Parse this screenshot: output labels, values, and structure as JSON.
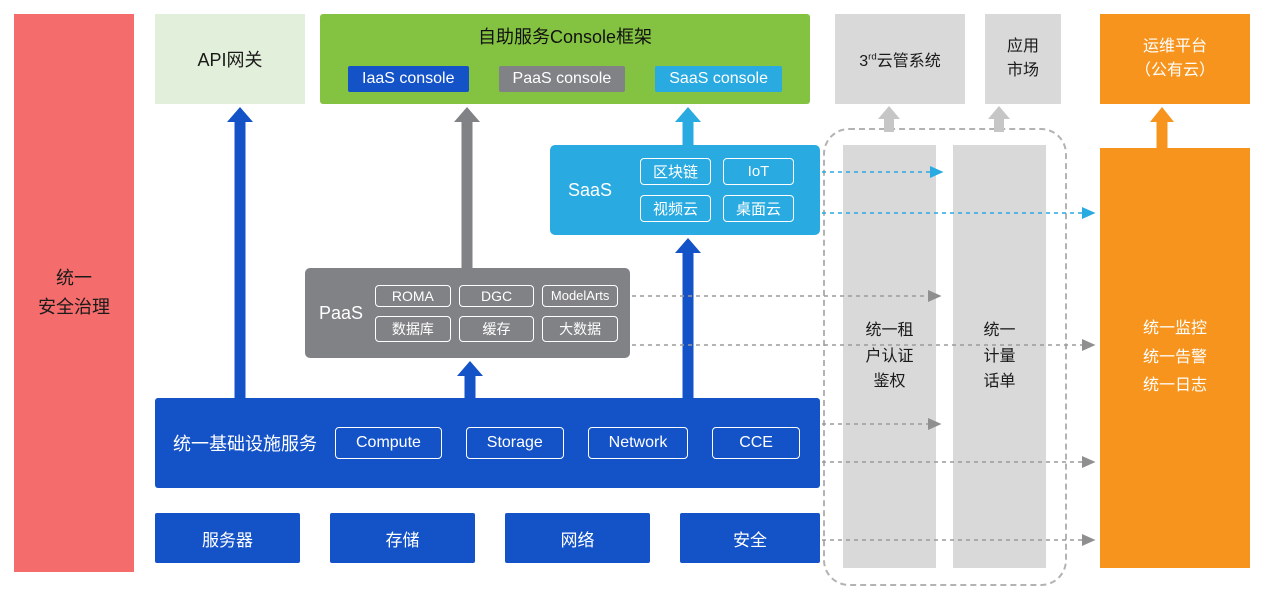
{
  "colors": {
    "blue": "#1452c8",
    "gray": "#808285",
    "cyan": "#29abe2",
    "green": "#84c341",
    "light_green": "#e2efda",
    "light_gray": "#d9d9d9",
    "orange": "#f7941d",
    "red": "#f56c6c"
  },
  "security_bar": {
    "label": "统一\n安全治理"
  },
  "api_gateway": {
    "label": "API网关"
  },
  "console_frame": {
    "title": "自助服务Console框架",
    "buttons": [
      {
        "label": "IaaS console"
      },
      {
        "label": "PaaS console"
      },
      {
        "label": "SaaS console"
      }
    ]
  },
  "third_party_cloud": {
    "base": "3",
    "sup": "rd",
    "rest": "云管系统"
  },
  "app_market": {
    "label": "应用\n市场"
  },
  "ops_platform": {
    "label": "运维平台\n（公有云）"
  },
  "saas": {
    "label": "SaaS",
    "items": [
      "区块链",
      "IoT",
      "视频云",
      "桌面云"
    ]
  },
  "paas": {
    "label": "PaaS",
    "items": [
      "ROMA",
      "DGC",
      "ModelArts",
      "数据库",
      "缓存",
      "大数据"
    ]
  },
  "infrastructure": {
    "label": "统一基础设施服务",
    "items": [
      "Compute",
      "Storage",
      "Network",
      "CCE"
    ]
  },
  "resource_boxes": [
    "服务器",
    "存储",
    "网络",
    "安全"
  ],
  "tenant_auth_bar": {
    "label": "统一租\n户认证\n鉴权"
  },
  "metering_bar": {
    "label": "统一\n计量\n话单"
  },
  "monitoring_bar": {
    "label": "统一监控\n统一告警\n统一日志"
  }
}
